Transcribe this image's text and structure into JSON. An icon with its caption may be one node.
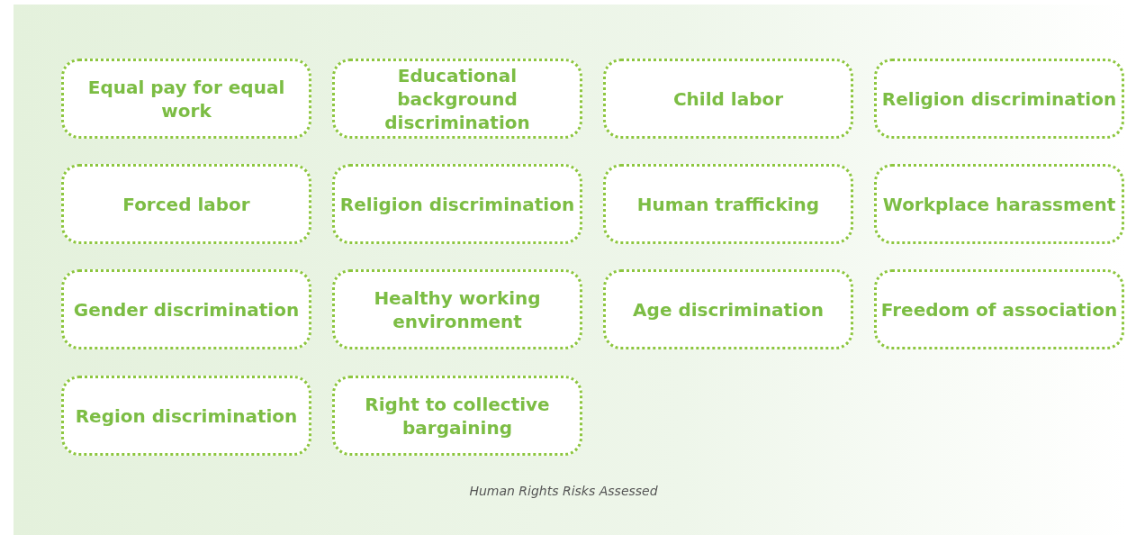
{
  "diagram": {
    "caption": "Human Rights Risks Assessed",
    "nodes": [
      {
        "text": [
          "Equal pay for equal work"
        ]
      },
      {
        "text": [
          "Educational background discrimination"
        ]
      },
      {
        "text": [
          "Child labor"
        ]
      },
      {
        "text": [
          "Religion discrimination"
        ]
      },
      {
        "text": [
          "Forced labor"
        ]
      },
      {
        "text": [
          "Religion discrimination"
        ]
      },
      {
        "text": [
          "Human trafficking"
        ]
      },
      {
        "text": [
          "Workplace harassment"
        ]
      },
      {
        "text": [
          "Gender discrimination"
        ]
      },
      {
        "text": [
          "Healthy working environment"
        ]
      },
      {
        "text": [
          "Age discrimination"
        ]
      },
      {
        "text": [
          "Freedom of association"
        ]
      },
      {
        "text": [
          "Region discrimination"
        ]
      },
      {
        "text": [
          "Right to collective bargaining"
        ]
      }
    ]
  }
}
